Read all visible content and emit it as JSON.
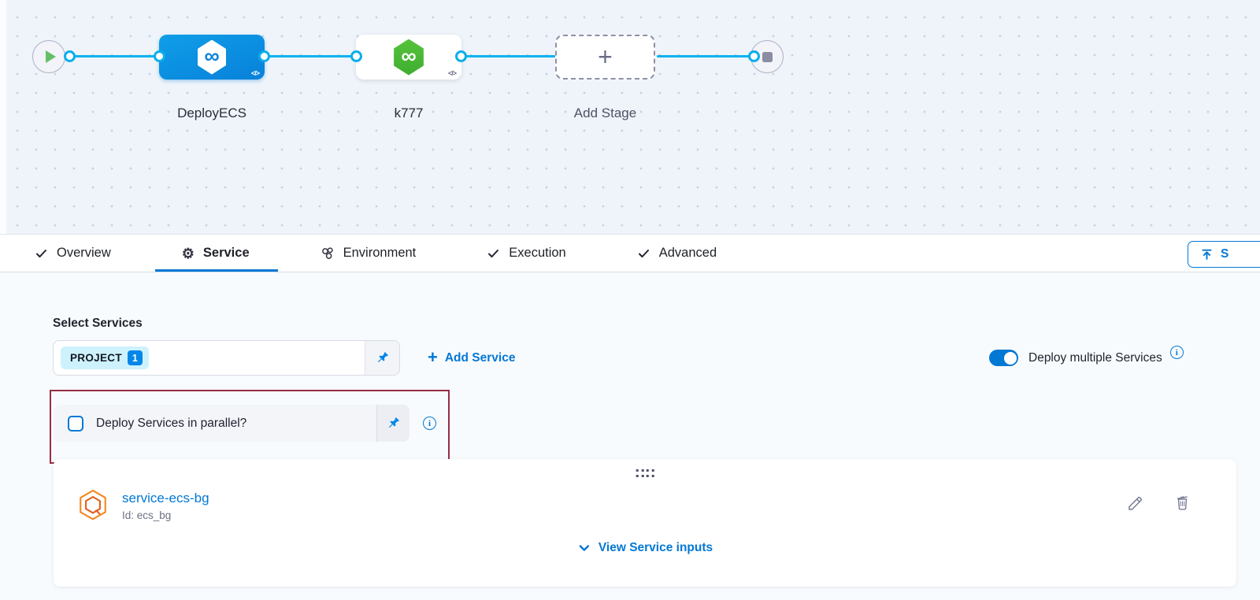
{
  "pipeline": {
    "stages": {
      "deploy": {
        "label": "DeployECS"
      },
      "k777": {
        "label": "k777"
      }
    },
    "add_stage_label": "Add Stage"
  },
  "tabs": {
    "overview": "Overview",
    "service": "Service",
    "environment": "Environment",
    "execution": "Execution",
    "advanced": "Advanced"
  },
  "toolbar": {
    "save_label": "S"
  },
  "services": {
    "select_label": "Select Services",
    "chip_text": "PROJECT",
    "chip_count": "1",
    "add_service": "Add Service",
    "deploy_multiple": "Deploy multiple Services",
    "parallel_question": "Deploy Services in parallel?"
  },
  "card": {
    "name": "service-ecs-bg",
    "id": "Id: ecs_bg",
    "view_inputs": "View Service inputs"
  },
  "icons": {
    "infinity": "∞",
    "code": "</>",
    "plus": "+",
    "info": "i",
    "gear": "⚙"
  },
  "colors": {
    "accent_blue": "#0278d5",
    "connector_blue": "#0ab2ee",
    "node_blue": "#0881da",
    "node_green": "#4cb838",
    "highlight_maroon": "#972d44",
    "chip_bg": "#cdf2fd"
  }
}
